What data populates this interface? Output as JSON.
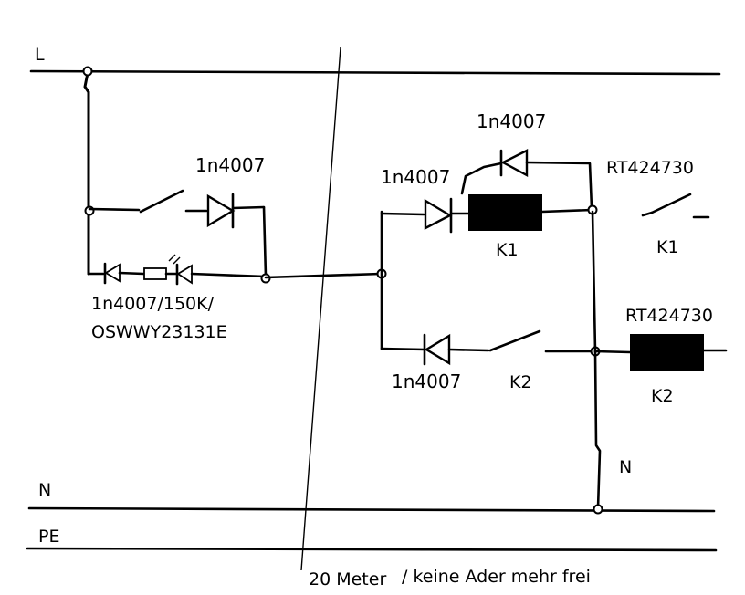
{
  "rails": {
    "l": "L",
    "n": "N",
    "pe": "PE"
  },
  "labels": {
    "diode_top_left": "1n4007",
    "diode_k1_feedback": "1n4007",
    "diode_k1_series": "1n4007",
    "relay_k1_type": "RT424730",
    "relay_k1_name": "K1",
    "contact_k1_name": "K1",
    "indicator_line1": "1n4007/150K/",
    "indicator_line2": "OSWWY23131E",
    "relay_k2_type": "RT424730",
    "relay_k2_name": "K2",
    "diode_k2_series": "1n4007",
    "contact_k2_name": "K2",
    "n_branch": "N",
    "cable_note_a": "20 Meter",
    "cable_note_b": "/ keine Ader mehr frei"
  }
}
